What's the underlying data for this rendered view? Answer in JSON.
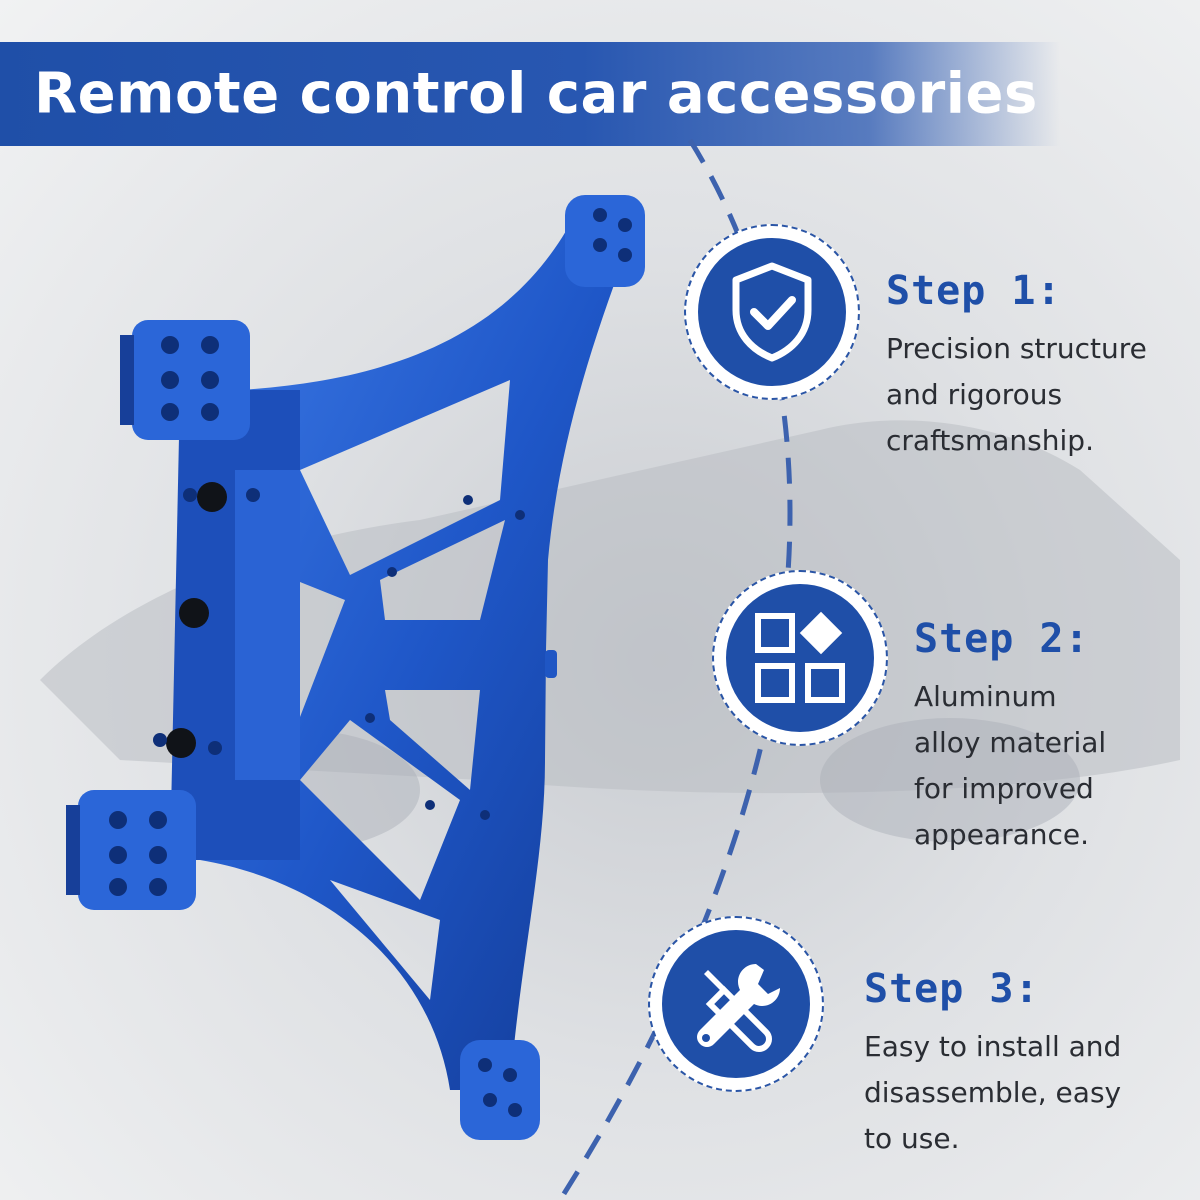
{
  "banner": {
    "title": "Remote control car accessories"
  },
  "colors": {
    "brand_blue": "#1f4fa8",
    "text_dark": "#2a2d33",
    "badge_ring": "#2a55a6"
  },
  "steps": [
    {
      "title": "Step 1:",
      "icon": "shield-check-icon",
      "lines": [
        "Precision structure",
        "and rigorous",
        "craftsmanship."
      ]
    },
    {
      "title": "Step 2:",
      "icon": "blocks-grid-icon",
      "lines": [
        "Aluminum",
        "alloy material",
        "for improved",
        "appearance."
      ]
    },
    {
      "title": "Step 3:",
      "icon": "wrench-screwdriver-icon",
      "lines": [
        "Easy to install and",
        "disassemble, easy",
        "to use."
      ]
    }
  ]
}
